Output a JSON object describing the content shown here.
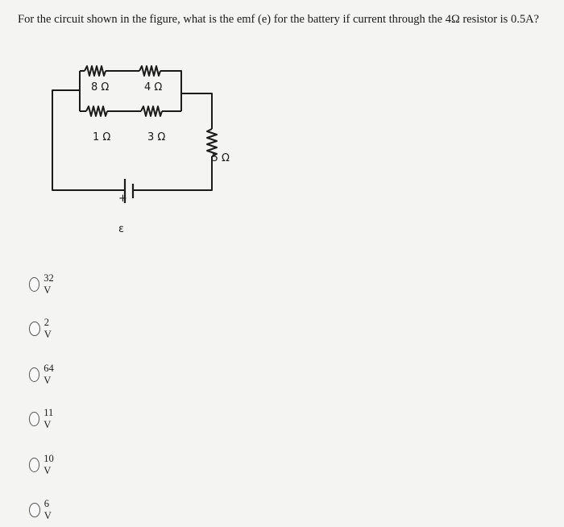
{
  "question": {
    "text": "For the circuit shown in the figure, what is the emf (e) for the battery if current through the 4Ω resistor is 0.5A?"
  },
  "circuit": {
    "r_top_left": "8 Ω",
    "r_top_right": "4 Ω",
    "r_bottom_left": "1 Ω",
    "r_bottom_right": "3 Ω",
    "r_right": "5 Ω",
    "battery_plus": "+",
    "battery_label": "ε"
  },
  "options": [
    {
      "label": "32 V"
    },
    {
      "label": "2 V"
    },
    {
      "label": "64 V"
    },
    {
      "label": "11 V"
    },
    {
      "label": "10 V"
    },
    {
      "label": "6 V"
    }
  ]
}
